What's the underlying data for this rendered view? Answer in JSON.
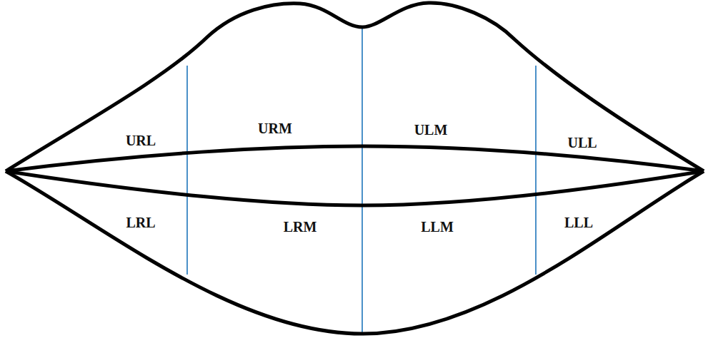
{
  "diagram": {
    "labels": [
      "URL",
      "URM",
      "ULM",
      "ULL",
      "LRL",
      "LRM",
      "LLM",
      "LLL"
    ]
  }
}
